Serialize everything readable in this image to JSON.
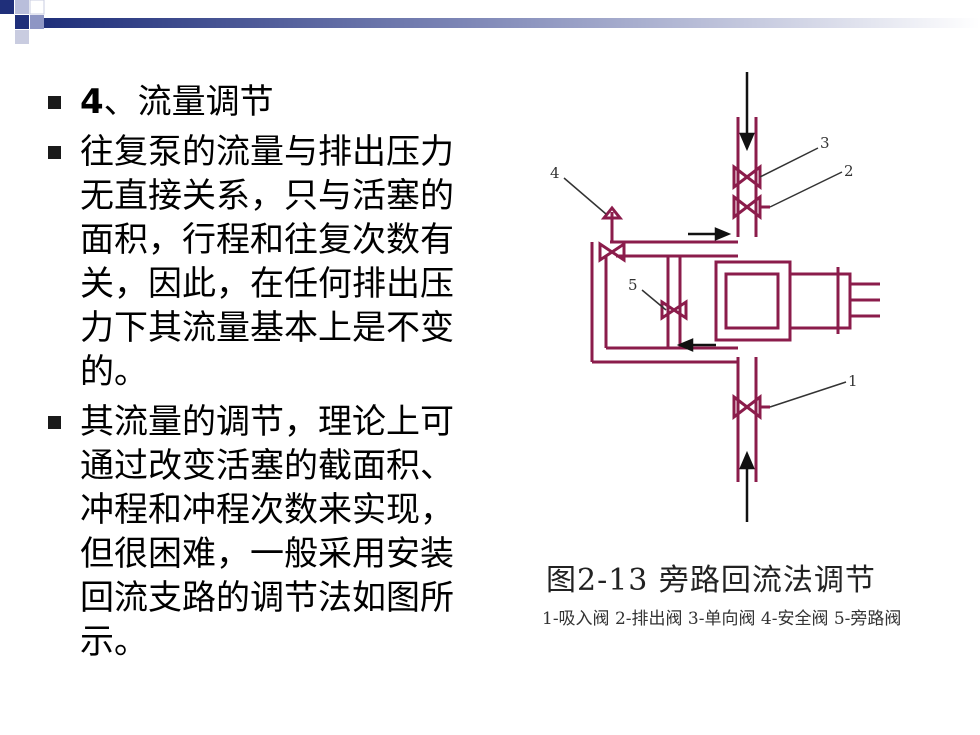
{
  "colors": {
    "pipe": "#8b1c4b",
    "accent": "#1f2f7a"
  },
  "slide": {
    "bullets": [
      {
        "num": "4",
        "text": "、流量调节"
      },
      {
        "text": "往复泵的流量与排出压力无直接关系，只与活塞的面积，行程和往复次数有关，因此，在任何排出压力下其流量基本上是不变的。"
      },
      {
        "text": "其流量的调节，理论上可通过改变活塞的截面积、冲程和冲程次数来实现，但很困难，一般采用安装回流支路的调节法如图所示。"
      }
    ]
  },
  "figure": {
    "caption": "图2-13  旁路回流法调节",
    "legend": "1-吸入阀  2-排出阀  3-单向阀  4-安全阀  5-旁路阀",
    "labels": [
      "1",
      "2",
      "3",
      "4",
      "5"
    ]
  }
}
